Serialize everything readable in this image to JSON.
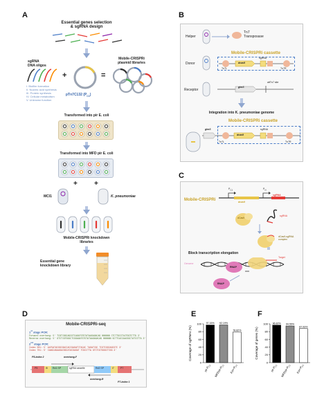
{
  "panels": {
    "A": {
      "letter": "A",
      "design_title_1": "Essential genes selection",
      "design_title_2": "& sgRNA design",
      "oligos_label_1": "sgRNA",
      "oligos_label_2": "DNA oligos",
      "libraries_label_1": "Mobile-CRISPRi",
      "libraries_label_2": "plasmid libraries",
      "plasmid_label": "pTn7C132 (P",
      "plasmid_label_sub": "C1",
      "plasmid_label_end": ")",
      "categories": [
        "I.  Biofilm formation",
        "II.  Nucleic acid synthesis",
        "III.  Protein synthesis",
        "IV.  Cellular metabolism",
        "V.  Unknown function"
      ],
      "step_pir": "Transformed into pir E. coli",
      "step_mfd": "Transformed into MFD pir E. coli",
      "mcii_label": "MCI1",
      "kp_label": "K. pneumoniae",
      "knockdown_label_1": "Mobile-CRISPRi knockdown",
      "knockdown_label_2": "libraries",
      "essential_label_1": "Essential gene",
      "essential_label_2": "knockdown library"
    },
    "B": {
      "letter": "B",
      "helper": "Helper",
      "tn7_1": "Tn7",
      "tn7_2": "Transposase",
      "cassette_title": "Mobile-CRISPRi cassette",
      "donor": "Donor",
      "dcas9": "dcas9",
      "sgrna": "sgRNA",
      "tn7l": "Tn7L",
      "tn7r": "Tn7R",
      "receptor": "Receptor",
      "glms": "glmS",
      "att_site": "attTn7 site",
      "integration_title": "Integration into K. pneumoniae genome",
      "cassette_title_2": "Mobile-CRISPRi cassette"
    },
    "C": {
      "letter": "C",
      "mobile_crispri": "Mobile-CRISPRi",
      "pc1": "P",
      "pc1_sub": "C1",
      "pn": "P",
      "pn_sub": "N",
      "dcas9_gene": "dcas9",
      "sgrna_gene": "sgRNA",
      "dcas9_protein": "dCas9",
      "sgrna_rna": "sgRNA",
      "complex_1": "dCas9-sgRNA",
      "complex_2": "complex",
      "block_title": "Block transcription elongation",
      "genome": "Genome",
      "target": "Target",
      "rnap": "RNAP"
    },
    "D": {
      "letter": "D",
      "title": "Mobile-CRISPRi-seq",
      "stage1_label": "1",
      "stage1_sup": "st",
      "stage1_rest": " stage PCR:",
      "forward_overhang": "Forward overhang: 5' TCGTCGGCAGCGTCAGATGTGTATAAGAGACAG NNNNNN CTCTTGCCTACTGGTCTTG 3'",
      "reverse_overhang": "Reverse overhang: 5' GTCTCGTGGGCTCGGAGATGTGTATAAGAGACAG NNNNNN GCTTCACCAACGGCTATCCTTA 3'",
      "stage2_label": "2",
      "stage2_sup": "nd",
      "stage2_rest": " stage PCR:",
      "index_501": "Index 501: 5' AATGATACGGCGACCACCGAGATCTACAC TAGATCGC TCGTCGGCAGCGTC 3'",
      "index_701": "Index 701: 5' CAAGCAGAAGACGGCATACGAGAT TCGCCTTA GTCTCGTGGGCTCGG 3'",
      "p5_index": "P5-index 2",
      "overhang_f": "overhang-F",
      "overhang_r": "overhang-R",
      "p7_index": "P7-index 1",
      "seg_p5": "P5",
      "seg_i5": "i5",
      "seg_rd1": "Rd1 SP",
      "seg_cassette": "sgRNA cassette",
      "seg_rd2": "Rd2 SP",
      "seg_i7": "i7",
      "seg_p7": "P7"
    },
    "E": {
      "letter": "E"
    },
    "F": {
      "letter": "F"
    }
  },
  "chart_data": [
    {
      "type": "bar",
      "ylabel": "Coverage of sgRNAs (%)",
      "categories": [
        "pir-P",
        "MFDpir-P",
        "Kpn-P"
      ],
      "category_subs": [
        "C1",
        "C1",
        "C1"
      ],
      "values": [
        97.16,
        97.19,
        78.82
      ],
      "value_labels": [
        "97.16%",
        "92.19%",
        "78.82%"
      ],
      "colors": [
        "#000000",
        "#8c8c8c",
        "#ffffff"
      ],
      "yticks": [
        0,
        20,
        40,
        60,
        80,
        100
      ],
      "ylim": [
        0,
        100
      ]
    },
    {
      "type": "bar",
      "ylabel": "Coverage of genes (%)",
      "categories": [
        "pir-P",
        "MFDpir-P",
        "Kpn-P"
      ],
      "category_subs": [
        "C1",
        "C1",
        "C1"
      ],
      "values": [
        96.82,
        94.55,
        87.93
      ],
      "value_labels": [
        "96.82%",
        "94.55%",
        "87.93%"
      ],
      "colors": [
        "#000000",
        "#8c8c8c",
        "#ffffff"
      ],
      "yticks": [
        0,
        20,
        40,
        60,
        80,
        100
      ],
      "ylim": [
        0,
        100
      ]
    }
  ],
  "colors": {
    "arrow": "#8fa6cf",
    "cassette": "#c9a227",
    "dcas9": "#e8c547",
    "rnap": "#e07ab8",
    "box_border": "#c7c7c7",
    "box_bg": "#f8f8f8"
  }
}
